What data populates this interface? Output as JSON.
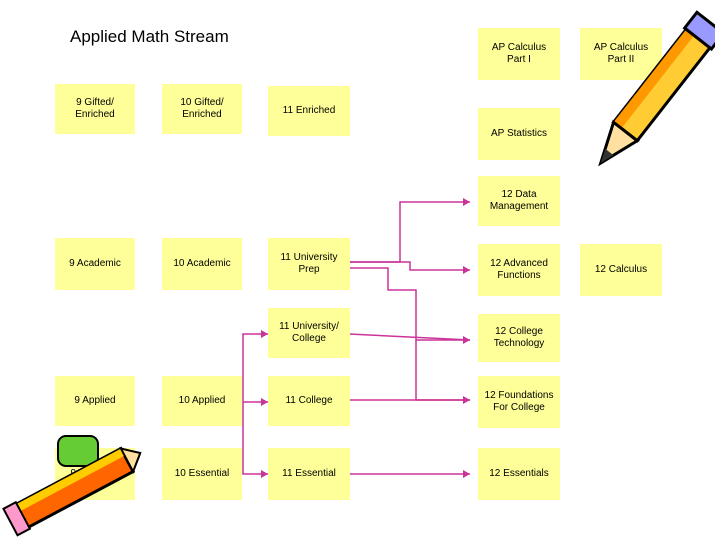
{
  "title": "Applied Math Stream",
  "courses": {
    "ap_calc_1": "AP Calculus\nPart I",
    "ap_calc_2": "AP Calculus\nPart II",
    "g9_gifted": "9 Gifted/\nEnriched",
    "g10_gifted": "10 Gifted/\nEnriched",
    "g11_enriched": "11 Enriched",
    "ap_stats": "AP Statistics",
    "g12_data": "12 Data\nManagement",
    "g9_academic": "9 Academic",
    "g10_academic": "10 Academic",
    "g11_univ_prep": "11 University\nPrep",
    "g12_adv_func": "12 Advanced\nFunctions",
    "g12_calculus": "12 Calculus",
    "g11_univ_college": "11 University/\nCollege",
    "g12_college_tech": "12 College\nTechnology",
    "g9_applied": "9 Applied",
    "g10_applied": "10 Applied",
    "g11_college": "11 College",
    "g12_foundations": "12 Foundations\nFor College",
    "g9_essential": "9 Essential",
    "g10_essential": "10 Essential",
    "g11_essential": "11 Essential",
    "g12_essentials": "12 Essentials"
  },
  "colors": {
    "yellow": "#ffff99",
    "magenta": "#cc3399",
    "line": "#cc3399"
  },
  "icons": [
    "pencil-icon",
    "pencil-icon"
  ]
}
